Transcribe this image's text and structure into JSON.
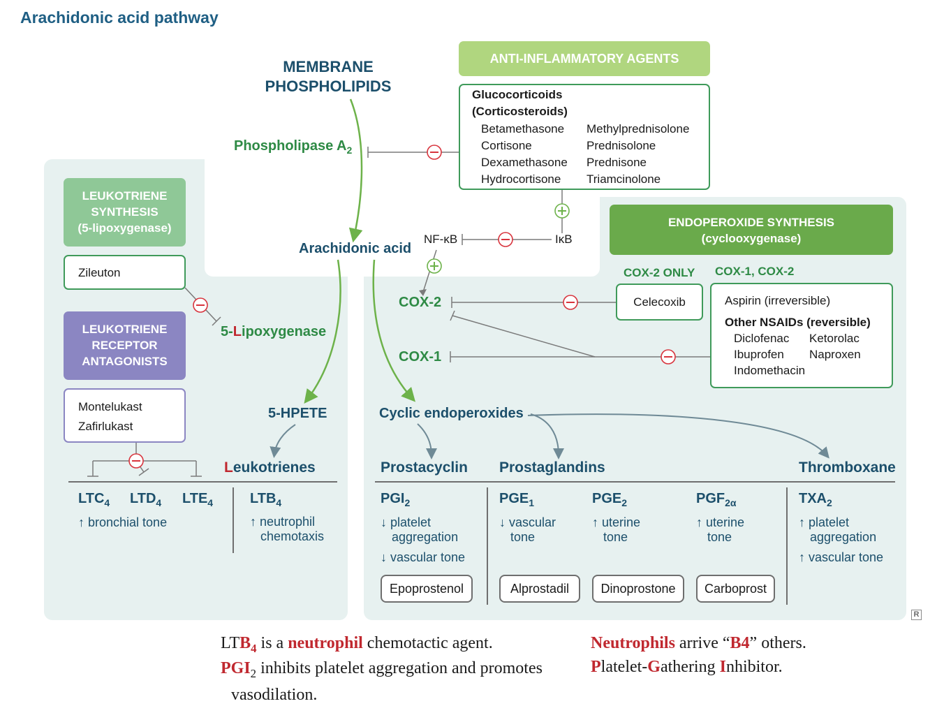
{
  "title": "Arachidonic acid pathway",
  "membrane": {
    "line1": "MEMBRANE",
    "line2": "PHOSPHOLIPIDS"
  },
  "phospholipase": "Phospholipase A",
  "phospholipase_sub": "2",
  "anti_inflammatory": {
    "header": "ANTI-INFLAMMATORY AGENTS",
    "group_line1": "Glucocorticoids",
    "group_line2": "(Corticosteroids)",
    "left_col": [
      "Betamethasone",
      "Cortisone",
      "Dexamethasone",
      "Hydrocortisone"
    ],
    "right_col": [
      "Methylprednisolone",
      "Prednisolone",
      "Prednisone",
      "Triamcinolone"
    ]
  },
  "arachidonic_acid": "Arachidonic acid",
  "nfkb": "NF-κB",
  "ikb": "IκB",
  "leukotriene_synthesis": {
    "line1": "LEUKOTRIENE",
    "line2": "SYNTHESIS",
    "line3": "(5-lipoxygenase)",
    "drug": "Zileuton"
  },
  "lipoxygenase": {
    "prefix": "5-",
    "red": "L",
    "rest": "ipoxygenase"
  },
  "leukotriene_antagonists": {
    "line1": "LEUKOTRIENE",
    "line2": "RECEPTOR",
    "line3": "ANTAGONISTS",
    "drugs": [
      "Montelukast",
      "Zafirlukast"
    ]
  },
  "hpete": "5-HPETE",
  "leukotrienes": {
    "red": "L",
    "rest": "eukotrienes"
  },
  "ltc": "LTC",
  "ltd": "LTD",
  "lte": "LTE",
  "sub4": "4",
  "bronchial": "↑ bronchial tone",
  "ltb": "LTB",
  "neutrophil_line1": "↑ neutrophil",
  "neutrophil_line2": "chemotaxis",
  "endoperoxide": {
    "line1": "ENDOPEROXIDE SYNTHESIS",
    "line2": "(cyclooxygenase)"
  },
  "cox2_only": "COX-2 ONLY",
  "cox12": "COX-1, COX-2",
  "celecoxib": "Celecoxib",
  "aspirin": "Aspirin (irreversible)",
  "nsaids_header": "Other NSAIDs (reversible)",
  "nsaids_left": [
    "Diclofenac",
    "Ibuprofen",
    "Indomethacin"
  ],
  "nsaids_right": [
    "Ketorolac",
    "Naproxen"
  ],
  "cox2": "COX-2",
  "cox1": "COX-1",
  "cyclic": "Cyclic endoperoxides",
  "prostacyclin": "Prostacyclin",
  "prostaglandins": "Prostaglandins",
  "thromboxane": "Thromboxane",
  "pgi": "PGI",
  "pgi_sub": "2",
  "pgi_eff": [
    "↓ platelet",
    "aggregation",
    "↓ vascular tone"
  ],
  "pge1": "PGE",
  "pge1_sub": "1",
  "pge1_eff": [
    "↓ vascular",
    "tone"
  ],
  "pge2": "PGE",
  "pge2_sub": "2",
  "pge2_eff": [
    "↑ uterine",
    "tone"
  ],
  "pgf": "PGF",
  "pgf_sub": "2α",
  "pgf_eff": [
    "↑ uterine",
    "tone"
  ],
  "txa": "TXA",
  "txa_sub": "2",
  "txa_eff": [
    "↑ platelet",
    "aggregation",
    "↑ vascular tone"
  ],
  "drugs": {
    "epoprostenol": "Epoprostenol",
    "alprostadil": "Alprostadil",
    "dinoprostone": "Dinoprostone",
    "carboprost": "Carboprost"
  },
  "rx_icon": "R",
  "notes": {
    "n1_a": "LT",
    "n1_b": "B",
    "n1_sub": "4",
    "n1_c": " is a ",
    "n1_d": "neutrophil",
    "n1_e": " chemotactic agent.",
    "n2_a": "PGI",
    "n2_sub": "2",
    "n2_b": " inhibits platelet aggregation and promotes",
    "n2_c": "vasodilation.",
    "m1_a": "Neutrophils",
    "m1_b": " arrive “",
    "m1_c": "B4",
    "m1_d": "” others.",
    "m2_a": "P",
    "m2_b": "latelet-",
    "m2_c": "G",
    "m2_d": "athering ",
    "m2_e": "I",
    "m2_f": "nhibitor."
  },
  "colors": {
    "panel": "#e7f1f0",
    "light_green": "#b0d67f",
    "mid_green": "#8fc897",
    "dark_green": "#6aaa4b",
    "purple": "#8b86c2",
    "inhibit_red": "#d8343d",
    "title_blue": "#1f5f84"
  }
}
